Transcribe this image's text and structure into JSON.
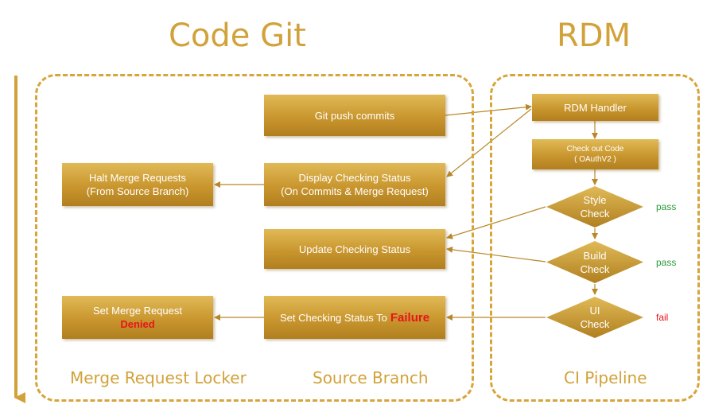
{
  "headings": {
    "left": "Code Git",
    "right": "RDM"
  },
  "captions": {
    "locker": "Merge Request Locker",
    "source": "Source Branch",
    "pipeline": "CI Pipeline"
  },
  "boxes": {
    "git_push": "Git push commits",
    "display_status": {
      "line1": "Display Checking Status",
      "line2": "(On Commits & Merge Request)"
    },
    "halt": {
      "line1": "Halt Merge Requests",
      "line2": "(From Source Branch)"
    },
    "update_status": "Update Checking Status",
    "set_status": {
      "prefix": "Set Checking Status To",
      "value": "Failure"
    },
    "set_mr": {
      "line1": "Set Merge Request",
      "line2": "Denied"
    },
    "rdm_handler": "RDM Handler",
    "checkout": {
      "line1": "Check out Code",
      "line2": "( OAuthV2 )"
    }
  },
  "checks": [
    {
      "line1": "Style",
      "line2": "Check",
      "result": "pass"
    },
    {
      "line1": "Build",
      "line2": "Check",
      "result": "pass"
    },
    {
      "line1": "UI",
      "line2": "Check",
      "result": "fail"
    }
  ],
  "colors": {
    "gold": "#d2a23a",
    "pass": "#2a9c3a",
    "fail": "#e8141b"
  }
}
